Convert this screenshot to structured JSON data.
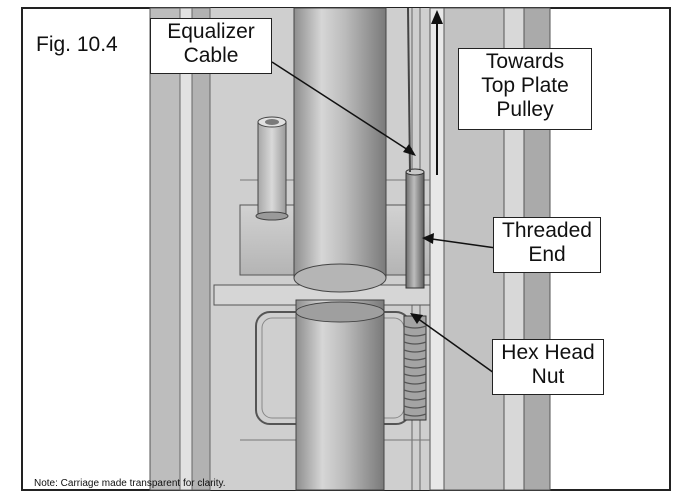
{
  "figure": {
    "number": "Fig. 10.4",
    "note": "Note: Carriage made transparent for clarity."
  },
  "callouts": {
    "equalizer_cable": "Equalizer\nCable",
    "towards_top_plate": "Towards\nTop Plate\nPulley",
    "threaded_end": "Threaded\nEnd",
    "hex_head_nut": "Hex Head\nNut"
  }
}
